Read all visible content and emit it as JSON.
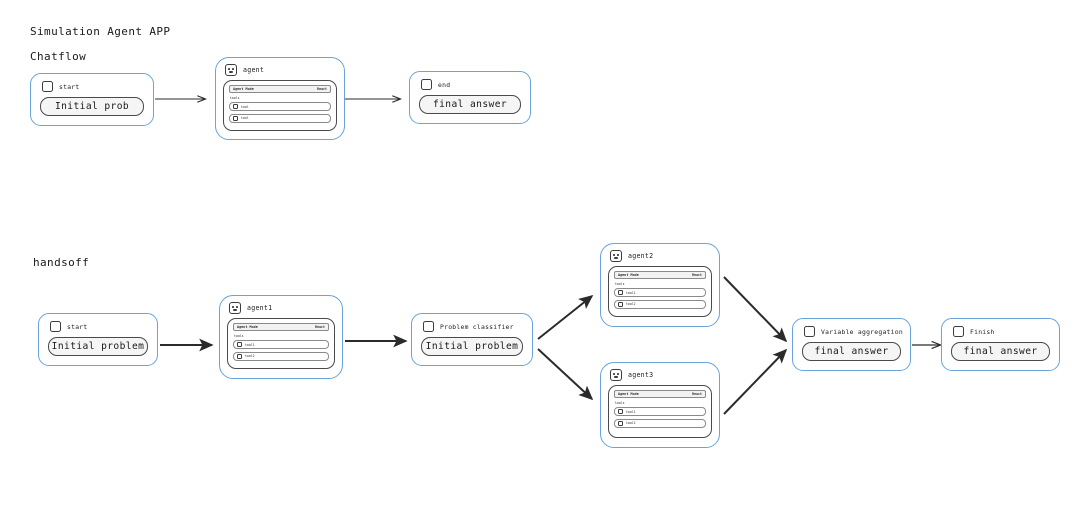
{
  "app_title": "Simulation Agent APP",
  "sections": [
    {
      "id": "chatflow",
      "label": "Chatflow"
    },
    {
      "id": "handsoff",
      "label": "handsoff"
    }
  ],
  "agent_panel": {
    "mode_label": "Agent Mode",
    "mode_value": "React",
    "tools_label": "tools",
    "tool_icon": "tool-checkbox-icon"
  },
  "chatflow": {
    "nodes": [
      {
        "key": "start",
        "type": "simple",
        "icon": "checkbox-icon",
        "title": "start",
        "value": "Initial prob"
      },
      {
        "key": "agent",
        "type": "agent",
        "icon": "agent-robot-icon",
        "title": "agent",
        "tools": [
          "tool",
          "tool"
        ]
      },
      {
        "key": "end",
        "type": "simple",
        "icon": "checkbox-icon",
        "title": "end",
        "value": "final answer"
      }
    ],
    "edges": [
      {
        "from": "start",
        "to": "agent"
      },
      {
        "from": "agent",
        "to": "end"
      }
    ]
  },
  "handsoff": {
    "nodes": [
      {
        "key": "start",
        "type": "simple",
        "icon": "checkbox-icon",
        "title": "start",
        "value": "Initial problem"
      },
      {
        "key": "agent1",
        "type": "agent",
        "icon": "agent-robot-icon",
        "title": "agent1",
        "tools": [
          "tool1",
          "tool2"
        ]
      },
      {
        "key": "classifier",
        "type": "simple",
        "icon": "checkbox-icon",
        "title": "Problem classifier",
        "value": "Initial problem"
      },
      {
        "key": "agent2",
        "type": "agent",
        "icon": "agent-robot-icon",
        "title": "agent2",
        "tools": [
          "tool1",
          "tool2"
        ]
      },
      {
        "key": "agent3",
        "type": "agent",
        "icon": "agent-robot-icon",
        "title": "agent3",
        "tools": [
          "tool1",
          "tool2"
        ]
      },
      {
        "key": "aggregation",
        "type": "simple",
        "icon": "checkbox-icon",
        "title": "Variable aggregation",
        "value": "final answer"
      },
      {
        "key": "finish",
        "type": "simple",
        "icon": "checkbox-icon",
        "title": "Finish",
        "value": "final answer"
      }
    ],
    "edges": [
      {
        "from": "start",
        "to": "agent1"
      },
      {
        "from": "agent1",
        "to": "classifier"
      },
      {
        "from": "classifier",
        "to": "agent2"
      },
      {
        "from": "classifier",
        "to": "agent3"
      },
      {
        "from": "agent2",
        "to": "aggregation"
      },
      {
        "from": "agent3",
        "to": "aggregation"
      },
      {
        "from": "aggregation",
        "to": "finish"
      }
    ]
  },
  "colors": {
    "node_border": "#69a3da",
    "pill_border": "#4a4a4a",
    "pill_fill": "#f5f5f5",
    "text": "#1a1a1a",
    "edge": "#2b2b2b",
    "background": "#ffffff"
  }
}
